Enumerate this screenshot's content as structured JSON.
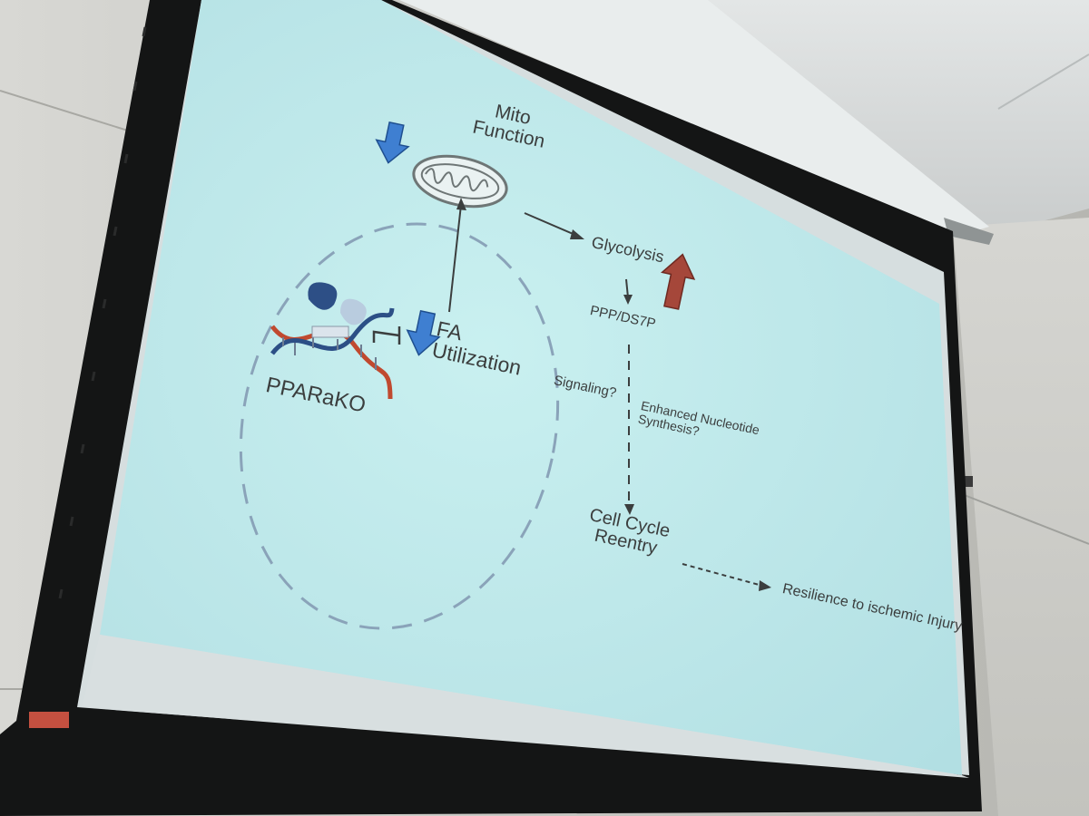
{
  "slide": {
    "mito_label": "Mito\nFunction",
    "fa_label": "FA\nUtilization",
    "pparako_label": "PPARaKO",
    "glycolysis": "Glycolysis",
    "ppp": "PPP/DS7P",
    "signaling": "Signaling?",
    "nucleotide": "Enhanced Nucleotide\nSynthesis?",
    "cell_cycle": "Cell Cycle\nReentry",
    "resilience": "Resilience to ischemic Injury"
  },
  "colors": {
    "screen": "#bfe9ea",
    "arrow_down": "#3f7fd1",
    "arrow_up": "#a5473a",
    "text": "#3b3e3e",
    "wall": "#c9c9c5",
    "frame": "#141515"
  },
  "icons": [
    "mitochondrion-icon",
    "dna-icon",
    "down-arrow-icon",
    "up-arrow-icon",
    "inhibition-icon"
  ]
}
